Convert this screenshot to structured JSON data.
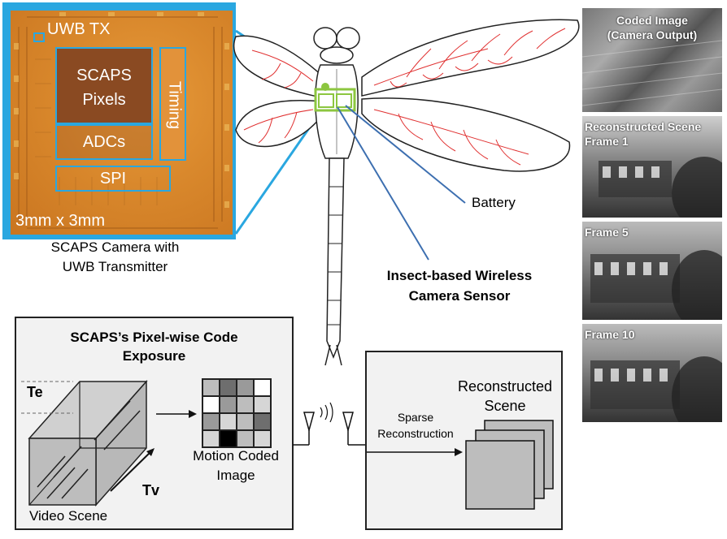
{
  "chip": {
    "uwb_tx": "UWB TX",
    "pixels": "SCAPS Pixels",
    "timing": "Timing",
    "adcs": "ADCs",
    "spi": "SPI",
    "size": "3mm x 3mm",
    "caption_line1": "SCAPS Camera with",
    "caption_line2": "UWB Transmitter"
  },
  "insect": {
    "battery": "Battery",
    "sensor_line1": "Insect-based Wireless",
    "sensor_line2": "Camera Sensor"
  },
  "exposure_panel": {
    "title_line1": "SCAPS’s Pixel-wise Code",
    "title_line2": "Exposure",
    "te": "Te",
    "tv": "Tv",
    "video_scene": "Video Scene",
    "motion_line1": "Motion Coded",
    "motion_line2": "Image",
    "code_grid": [
      "#bdbdbd",
      "#6e6e6e",
      "#9a9a9a",
      "#ffffff",
      "#ffffff",
      "#9a9a9a",
      "#bdbdbd",
      "#d6d6d6",
      "#9a9a9a",
      "#d6d6d6",
      "#bdbdbd",
      "#6e6e6e",
      "#d6d6d6",
      "#000000",
      "#bdbdbd",
      "#d6d6d6"
    ]
  },
  "recon_panel": {
    "title_line1": "Reconstructed",
    "title_line2": "Scene",
    "arrow_line1": "Sparse",
    "arrow_line2": "Reconstruction"
  },
  "thumbnails": {
    "coded_line1": "Coded Image",
    "coded_line2": "(Camera Output)",
    "recon_line1": "Reconstructed Scene",
    "frame1": "Frame 1",
    "frame5": "Frame 5",
    "frame10": "Frame 10"
  },
  "colors": {
    "accent_cyan": "#2aa7e0",
    "callout_blue": "#3d6fb0",
    "wing_vein": "#e03030",
    "battery_green": "#8cc63f"
  }
}
